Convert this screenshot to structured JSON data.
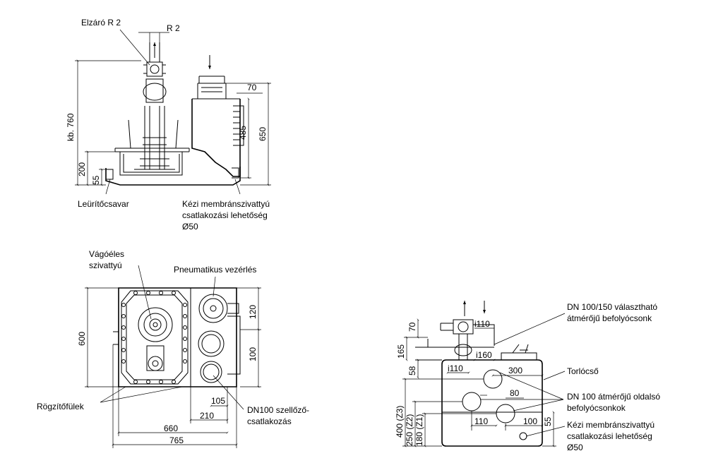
{
  "side_view": {
    "valve_label": "Elzáró R 2",
    "r2_label": "R 2",
    "dim_height_total": "kb. 760",
    "dim_200": "200",
    "dim_55": "55",
    "dim_70": "70",
    "dim_485": "485",
    "dim_650": "650",
    "drain_label": "Leürítőcsavar",
    "manual_pump_label_lines": [
      "Kézi membránszivattyú",
      "csatlakozási lehetőség",
      "Ø50"
    ]
  },
  "top_view": {
    "pump_label_lines": [
      "Vágóéles",
      "szivattyú"
    ],
    "pneumatic_label": "Pneumatikus vezérlés",
    "dim_600": "600",
    "dim_120": "120",
    "dim_100": "100",
    "dim_105": "105",
    "dim_210": "210",
    "dim_660": "660",
    "dim_765": "765",
    "lugs_label": "Rögzítőfülek",
    "vent_label_lines": [
      "DN100 szellőző-",
      "csatlakozás"
    ]
  },
  "front_view": {
    "dim_70": "70",
    "dim_165": "165",
    "dim_58": "58",
    "dim_i110_top": "i110",
    "dim_i160": "i160",
    "dim_i110_left": "i110",
    "dim_300": "300",
    "dim_80": "80",
    "dim_z3": "400 (Z3)",
    "dim_z2": "250 (Z2)",
    "dim_z1": "180 (Z1)",
    "dim_110": "110",
    "dim_100": "100",
    "dim_55": "55",
    "inlet_label_lines": [
      "DN 100/150 választható",
      "átmérőjű befolyócsonk"
    ],
    "backflow_label": "Torlócső",
    "side_inlet_label_lines": [
      "DN 100 átmérőjű oldalsó",
      "befolyócsonkok"
    ],
    "manual_pump_label_lines": [
      "Kézi membránszivattyú",
      "csatlakozási lehetőség",
      "Ø50"
    ]
  }
}
